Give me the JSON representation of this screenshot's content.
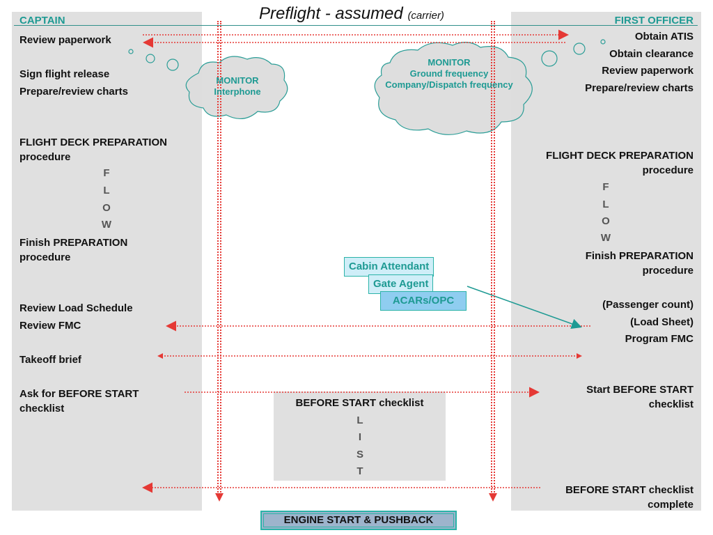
{
  "title": {
    "main": "Preflight - assumed",
    "sub": "(carrier)"
  },
  "captain": {
    "role": "CAPTAIN",
    "items": [
      "Review paperwork",
      "Sign flight release",
      "Prepare/review charts",
      "FLIGHT DECK PREPARATION",
      "procedure",
      "Finish PREPARATION",
      "procedure",
      "Review Load Schedule",
      "Review FMC",
      "Takeoff brief",
      "Ask for BEFORE START",
      "checklist"
    ],
    "flow": [
      "F",
      "L",
      "O",
      "W"
    ]
  },
  "first_officer": {
    "role": "FIRST OFFICER",
    "items": [
      "Obtain ATIS",
      "Obtain clearance",
      "Review paperwork",
      "Prepare/review charts",
      "FLIGHT DECK PREPARATION",
      "procedure",
      "Finish PREPARATION",
      "procedure",
      "(Passenger count)",
      "(Load Sheet)",
      "Program FMC",
      "Start BEFORE START",
      "checklist",
      "BEFORE START checklist",
      "complete"
    ],
    "flow": [
      "F",
      "L",
      "O",
      "W"
    ]
  },
  "clouds": {
    "captain": [
      "MONITOR",
      "Interphone"
    ],
    "first_officer": [
      "MONITOR",
      "Ground frequency",
      "Company/Dispatch  frequency"
    ]
  },
  "agents": [
    "Cabin Attendant",
    "Gate Agent",
    "ACARs/OPC"
  ],
  "checklist": {
    "title": "BEFORE START checklist",
    "letters": [
      "L",
      "I",
      "S",
      "T"
    ]
  },
  "next_phase": "ENGINE START & PUSHBACK"
}
